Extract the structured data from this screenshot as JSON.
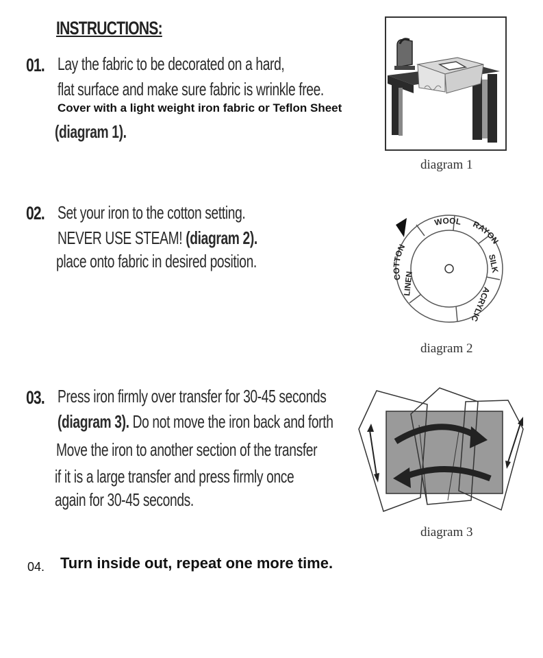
{
  "title": "INSTRUCTIONS:",
  "steps": [
    {
      "num": "01.",
      "lines": [
        "Lay the fabric to be decorated on a hard,",
        "flat surface and make sure fabric is wrinkle free."
      ],
      "note": "Cover with a light weight iron fabric or Teflon Sheet",
      "ref": "(diagram 1)."
    },
    {
      "num": "02.",
      "line1": "Set your iron to the cotton setting.",
      "line2_plain": "NEVER USE STEAM! ",
      "line2_bold": "(diagram 2).",
      "line3": "place onto fabric in desired position."
    },
    {
      "num": "03.",
      "line1": "Press iron firmly over transfer for 30-45 seconds",
      "line2_bold": "(diagram 3).",
      "line2_plain": " Do not move the iron back and forth",
      "line3": "Move the iron to  another section of the transfer",
      "line4": "if it is a large  transfer and press firmly once",
      "line5": "again for 30-45  seconds."
    },
    {
      "num": "04.",
      "text": "Turn inside out, repeat one more time."
    }
  ],
  "diagrams": {
    "d1_caption": "diagram 1",
    "d2_caption": "diagram 2",
    "d3_caption": "diagram 3",
    "dial_labels": [
      "WOOL",
      "RAYON",
      "SILK",
      "ACRYLIC",
      "LINEN",
      "COTTON"
    ]
  }
}
